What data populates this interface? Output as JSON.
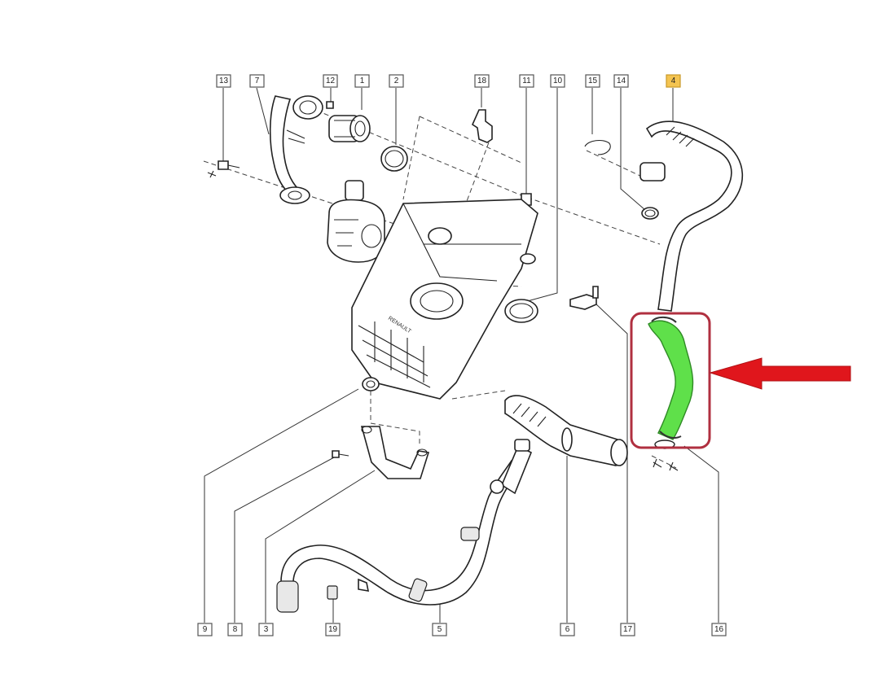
{
  "diagram": {
    "labels": [
      {
        "id": "13",
        "highlighted": false
      },
      {
        "id": "7",
        "highlighted": false
      },
      {
        "id": "12",
        "highlighted": false
      },
      {
        "id": "1",
        "highlighted": false
      },
      {
        "id": "2",
        "highlighted": false
      },
      {
        "id": "18",
        "highlighted": false
      },
      {
        "id": "11",
        "highlighted": false
      },
      {
        "id": "10",
        "highlighted": false
      },
      {
        "id": "15",
        "highlighted": false
      },
      {
        "id": "14",
        "highlighted": false
      },
      {
        "id": "4",
        "highlighted": true
      },
      {
        "id": "9",
        "highlighted": false
      },
      {
        "id": "8",
        "highlighted": false
      },
      {
        "id": "3",
        "highlighted": false
      },
      {
        "id": "19",
        "highlighted": false
      },
      {
        "id": "5",
        "highlighted": false
      },
      {
        "id": "6",
        "highlighted": false
      },
      {
        "id": "17",
        "highlighted": false
      },
      {
        "id": "16",
        "highlighted": false
      }
    ],
    "engraving": "RENAULT",
    "colors": {
      "highlight_label": "#f4c451",
      "highlight_part": "#5fe04a",
      "callout_frame": "#b03040",
      "arrow": "#e0161c"
    },
    "icons": {
      "arrow": "arrow-left-icon"
    }
  }
}
